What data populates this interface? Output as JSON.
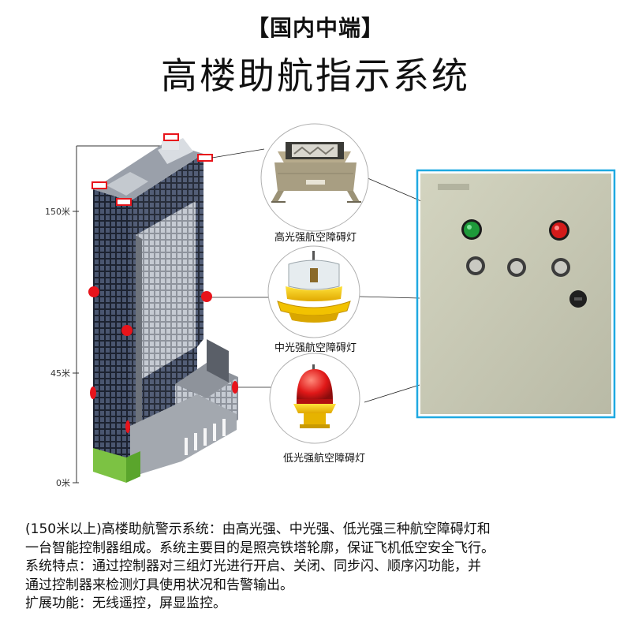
{
  "header": {
    "tag": "【国内中端】",
    "title": "高楼助航指示系统"
  },
  "height_axis": {
    "labels": [
      "150米",
      "45米",
      "0米"
    ]
  },
  "lights": [
    {
      "name": "高光强航空障碍灯"
    },
    {
      "name": "中光强航空障碍灯"
    },
    {
      "name": "低光强航空障碍灯"
    }
  ],
  "colors": {
    "marker_red": "#e8141b",
    "panel_body": "#c7c8b4",
    "panel_border": "#1fa9e1",
    "button_green": "#1e9a3a",
    "button_red": "#d41a1a"
  },
  "description": {
    "lines": [
      "(150米以上)高楼助航警示系统：由高光强、中光强、低光强三种航空障碍灯和",
      "一台智能控制器组成。系统主要目的是照亮铁塔轮廓，保证飞机低空安全飞行。",
      "系统特点：通过控制器对三组灯光进行开启、关闭、同步闪、顺序闪功能，并",
      "通过控制器来检测灯具使用状况和告警输出。",
      "扩展功能：无线遥控，屏显监控。"
    ]
  }
}
